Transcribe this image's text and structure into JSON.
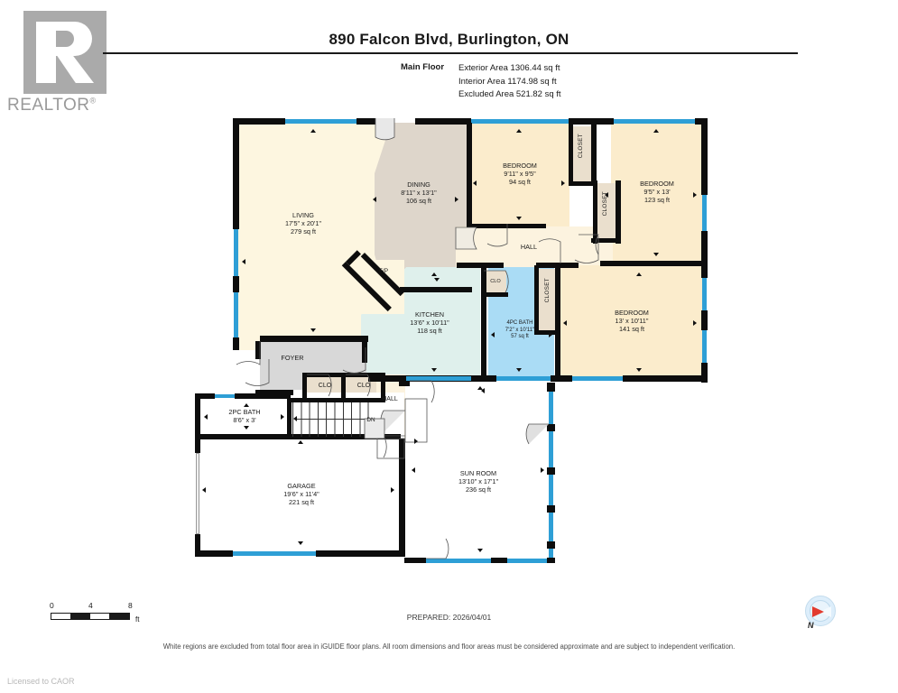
{
  "branding": {
    "logo_text": "REALTOR",
    "logo_registered": "®",
    "licensed_to": "Licensed to CAOR"
  },
  "header": {
    "title": "890 Falcon Blvd, Burlington, ON",
    "floor_label": "Main Floor",
    "areas": [
      "Exterior Area 1306.44 sq ft",
      "Interior Area 1174.98 sq ft",
      "Excluded Area 521.82 sq ft"
    ]
  },
  "footer": {
    "prepared": "PREPARED: 2026/04/01",
    "disclaimer": "White regions are excluded from total floor area in iGUIDE floor plans. All room dimensions and floor areas must be considered approximate and are subject to independent verification.",
    "scale": {
      "ticks": [
        "0",
        "4",
        "8"
      ],
      "unit": "ft"
    },
    "compass_label": "N"
  },
  "rooms": [
    {
      "id": "living",
      "name": "LIVING",
      "dims": "17'5\" x 20'1\"",
      "area": "279 sq ft"
    },
    {
      "id": "dining",
      "name": "DINING",
      "dims": "8'11\" x 13'1\"",
      "area": "106 sq ft"
    },
    {
      "id": "bedroom1",
      "name": "BEDROOM",
      "dims": "9'11\" x 9'5\"",
      "area": "94 sq ft"
    },
    {
      "id": "bedroom2",
      "name": "BEDROOM",
      "dims": "9'5\" x 13'",
      "area": "123 sq ft"
    },
    {
      "id": "bedroom3",
      "name": "BEDROOM",
      "dims": "13' x 10'11\"",
      "area": "141 sq ft"
    },
    {
      "id": "kitchen",
      "name": "KITCHEN",
      "dims": "13'6\" x 10'11\"",
      "area": "118 sq ft"
    },
    {
      "id": "bath4pc",
      "name": "4PC BATH",
      "dims": "7'2\" x 10'11\"",
      "area": "57 sq ft"
    },
    {
      "id": "bath2pc",
      "name": "2PC BATH",
      "dims": "8'6\" x 3'",
      "area": ""
    },
    {
      "id": "garage",
      "name": "GARAGE",
      "dims": "19'6\" x 11'4\"",
      "area": "221 sq ft"
    },
    {
      "id": "sunroom",
      "name": "SUN ROOM",
      "dims": "13'10\" x 17'1\"",
      "area": "236 sq ft"
    }
  ],
  "labels": {
    "hall_upper": "HALL",
    "hall_lower": "HALL",
    "foyer": "FOYER",
    "closet_a": "CLOSET",
    "closet_b": "CLOSET",
    "closet_c": "CLOSET",
    "clo_small": "CLO",
    "clo_1": "CLO",
    "clo_2": "CLO",
    "fireplace": "F/P",
    "stairs_down": "DN"
  },
  "colors": {
    "wall": "#0d0d0d",
    "window": "#2e9fd6",
    "bedroom_fill": "#fbeccc",
    "living_fill": "#fdf6e0",
    "dining_fill": "#ded6cb",
    "kitchen_fill": "#dff0ec",
    "bath_fill": "#aadcf5",
    "foyer_fill": "#d8d8d8",
    "closet_fill": "#eadfcd",
    "excluded_fill": "#ffffff",
    "compass_needle": "#e23b2e"
  }
}
